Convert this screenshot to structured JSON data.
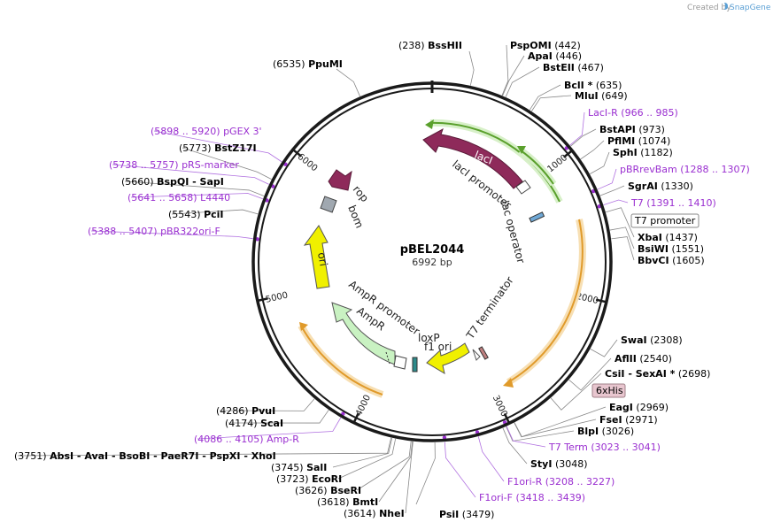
{
  "credit": {
    "text": "Created by",
    "brand": "SnapGene"
  },
  "plasmid": {
    "name": "pBEL2044",
    "length_label": "6992 bp",
    "length_bp": 6992
  },
  "ticks": [
    {
      "bp": 1000,
      "label": "1000"
    },
    {
      "bp": 2000,
      "label": "2000"
    },
    {
      "bp": 3000,
      "label": "3000"
    },
    {
      "bp": 4000,
      "label": "4000"
    },
    {
      "bp": 5000,
      "label": "5000"
    },
    {
      "bp": 6000,
      "label": "6000"
    }
  ],
  "sites": [
    {
      "bp": 6535,
      "pos": "(6535)",
      "name": "PpuMI",
      "purple": false
    },
    {
      "bp": 238,
      "pos": "(238)",
      "name": "BssHII",
      "purple": false
    },
    {
      "bp": 442,
      "pos": "(442)",
      "name": "PspOMI",
      "purple": false
    },
    {
      "bp": 446,
      "pos": "(446)",
      "name": "ApaI",
      "purple": false
    },
    {
      "bp": 467,
      "pos": "(467)",
      "name": "BstEII",
      "purple": false
    },
    {
      "bp": 635,
      "pos": "(635)",
      "name": "BclI *",
      "purple": false
    },
    {
      "bp": 649,
      "pos": "(649)",
      "name": "MluI",
      "purple": false
    },
    {
      "bp": 966,
      "pos": "(966 .. 985)",
      "name": "LacI-R",
      "purple": true
    },
    {
      "bp": 973,
      "pos": "(973)",
      "name": "BstAPI",
      "purple": false
    },
    {
      "bp": 1074,
      "pos": "(1074)",
      "name": "PflMI",
      "purple": false
    },
    {
      "bp": 1182,
      "pos": "(1182)",
      "name": "SphI",
      "purple": false
    },
    {
      "bp": 1288,
      "pos": "(1288 .. 1307)",
      "name": "pBRrevBam",
      "purple": true
    },
    {
      "bp": 1330,
      "pos": "(1330)",
      "name": "SgrAI",
      "purple": false
    },
    {
      "bp": 1391,
      "pos": "(1391 .. 1410)",
      "name": "T7",
      "purple": true
    },
    {
      "bp": 1437,
      "pos": "(1437)",
      "name": "XbaI",
      "purple": false
    },
    {
      "bp": 1551,
      "pos": "(1551)",
      "name": "BsiWI",
      "purple": false
    },
    {
      "bp": 1605,
      "pos": "(1605)",
      "name": "BbvCI",
      "purple": false
    },
    {
      "bp": 2308,
      "pos": "(2308)",
      "name": "SwaI",
      "purple": false
    },
    {
      "bp": 2540,
      "pos": "(2540)",
      "name": "AflII",
      "purple": false
    },
    {
      "bp": 2698,
      "pos": "(2698)",
      "name": "CsiI - SexAI *",
      "purple": false
    },
    {
      "bp": 2969,
      "pos": "(2969)",
      "name": "EagI",
      "purple": false
    },
    {
      "bp": 2971,
      "pos": "(2971)",
      "name": "FseI",
      "purple": false
    },
    {
      "bp": 3026,
      "pos": "(3026)",
      "name": "BlpI",
      "purple": false
    },
    {
      "bp": 3023,
      "pos": "(3023 .. 3041)",
      "name": "T7 Term",
      "purple": true
    },
    {
      "bp": 3048,
      "pos": "(3048)",
      "name": "StyI",
      "purple": false
    },
    {
      "bp": 3208,
      "pos": "(3208 .. 3227)",
      "name": "F1ori-R",
      "purple": true
    },
    {
      "bp": 3418,
      "pos": "(3418 .. 3439)",
      "name": "F1ori-F",
      "purple": true
    },
    {
      "bp": 3479,
      "pos": "(3479)",
      "name": "PsiI",
      "purple": false
    },
    {
      "bp": 3614,
      "pos": "(3614)",
      "name": "NheI",
      "purple": false
    },
    {
      "bp": 3618,
      "pos": "(3618)",
      "name": "BmtI",
      "purple": false
    },
    {
      "bp": 3626,
      "pos": "(3626)",
      "name": "BseRI",
      "purple": false
    },
    {
      "bp": 3723,
      "pos": "(3723)",
      "name": "EcoRI",
      "purple": false
    },
    {
      "bp": 3745,
      "pos": "(3745)",
      "name": "SalI",
      "purple": false
    },
    {
      "bp": 3751,
      "pos": "(3751)",
      "name": "AbsI - AvaI - BsoBI - PaeR7I - PspXI - XhoI",
      "purple": false
    },
    {
      "bp": 4086,
      "pos": "(4086 .. 4105)",
      "name": "Amp-R",
      "purple": true
    },
    {
      "bp": 4174,
      "pos": "(4174)",
      "name": "ScaI",
      "purple": false
    },
    {
      "bp": 4286,
      "pos": "(4286)",
      "name": "PvuI",
      "purple": false
    },
    {
      "bp": 5388,
      "pos": "(5388 .. 5407)",
      "name": "pBR322ori-F",
      "purple": true
    },
    {
      "bp": 5543,
      "pos": "(5543)",
      "name": "PciI",
      "purple": false
    },
    {
      "bp": 5641,
      "pos": "(5641 .. 5658)",
      "name": "L4440",
      "purple": true
    },
    {
      "bp": 5660,
      "pos": "(5660)",
      "name": "BspQI - SapI",
      "purple": false
    },
    {
      "bp": 5738,
      "pos": "(5738 .. 5757)",
      "name": "pRS-marker",
      "purple": true
    },
    {
      "bp": 5773,
      "pos": "(5773)",
      "name": "BstZ17I",
      "purple": false
    },
    {
      "bp": 5898,
      "pos": "(5898 .. 5920)",
      "name": "pGEX 3'",
      "purple": true
    }
  ],
  "boxed_labels": [
    {
      "text": "T7 promoter"
    },
    {
      "text": "6xHis"
    }
  ],
  "features": [
    {
      "text": "lacI"
    },
    {
      "text": "lacI promoter"
    },
    {
      "text": "lac operator"
    },
    {
      "text": "rop"
    },
    {
      "text": "bom"
    },
    {
      "text": "ori"
    },
    {
      "text": "AmpR promoter"
    },
    {
      "text": "AmpR"
    },
    {
      "text": "loxP"
    },
    {
      "text": "f1 ori"
    },
    {
      "text": "T7 terminator"
    }
  ],
  "colors": {
    "backbone": "#1a1a1a",
    "lacI": "#8e2a5a",
    "promoter_green": "#5aa02c",
    "orange_outline": "#e09a2a",
    "ori_yellow": "#f0f000",
    "ampR_light": "#c9f2c2",
    "enzyme_purple": "#9a2fd0",
    "six_his_fill": "#e8c6cf"
  }
}
